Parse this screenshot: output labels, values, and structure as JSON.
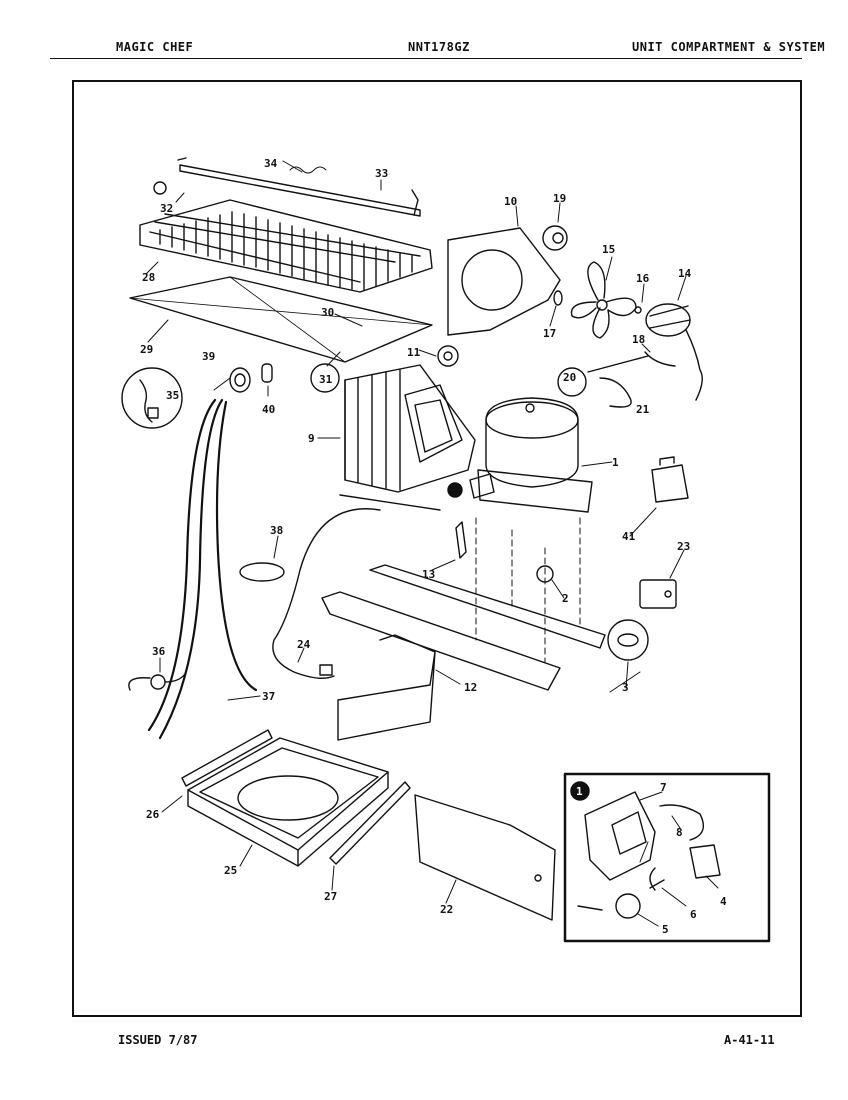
{
  "header": {
    "brand": "MAGIC CHEF",
    "model": "NNT178GZ",
    "section": "UNIT COMPARTMENT & SYSTEM"
  },
  "footer": {
    "issued": "ISSUED 7/87",
    "page": "A-41-11"
  },
  "callouts": {
    "inset_marker": "1",
    "p1": "1",
    "p2": "2",
    "p3": "3",
    "p4": "4",
    "p5": "5",
    "p6": "6",
    "p7": "7",
    "p8": "8",
    "p9": "9",
    "p10": "10",
    "p11": "11",
    "p12": "12",
    "p13": "13",
    "p14": "14",
    "p15": "15",
    "p16": "16",
    "p17": "17",
    "p18": "18",
    "p19": "19",
    "p20": "20",
    "p21": "21",
    "p22": "22",
    "p23": "23",
    "p24": "24",
    "p25": "25",
    "p26": "26",
    "p27": "27",
    "p28": "28",
    "p29": "29",
    "p30": "30",
    "p31": "31",
    "p32": "32",
    "p33": "33",
    "p34": "34",
    "p35": "35",
    "p36": "36",
    "p37": "37",
    "p38": "38",
    "p39": "39",
    "p40": "40",
    "p41": "41"
  }
}
